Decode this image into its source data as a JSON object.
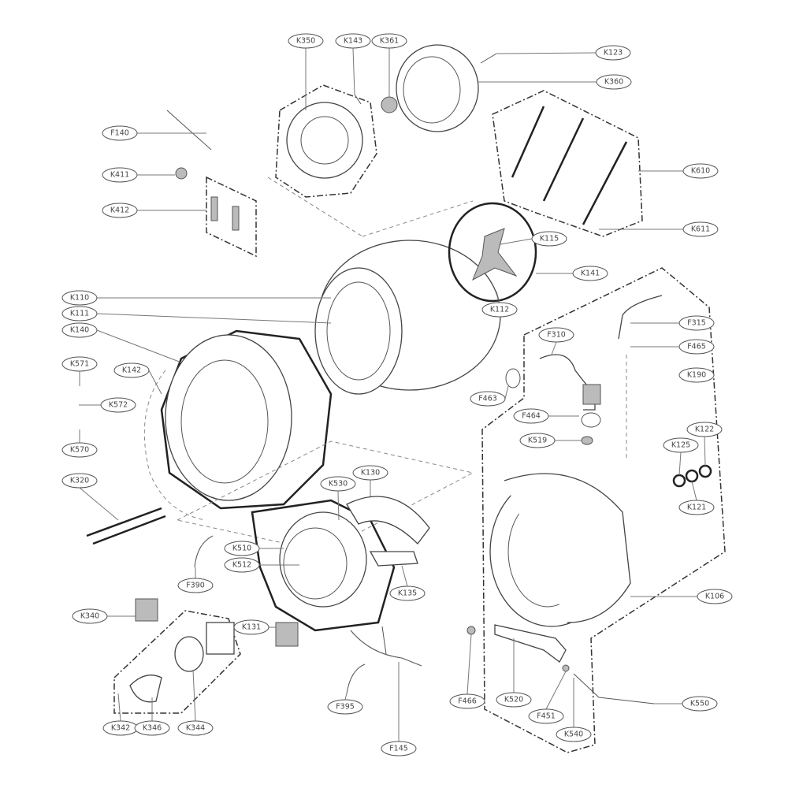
{
  "diagram": {
    "title": "",
    "part_labels": [
      "K350",
      "K143",
      "K361",
      "K123",
      "K360",
      "F140",
      "K411",
      "K412",
      "K610",
      "K611",
      "K115",
      "K141",
      "K112",
      "K110",
      "K111",
      "K140",
      "K142",
      "K571",
      "K572",
      "K570",
      "K320",
      "F310",
      "F315",
      "F465",
      "K190",
      "F463",
      "F464",
      "K519",
      "K125",
      "K122",
      "K121",
      "K530",
      "K130",
      "K510",
      "K512",
      "K135",
      "F390",
      "K340",
      "K131",
      "K106",
      "K342",
      "K346",
      "K344",
      "F395",
      "F145",
      "F466",
      "K520",
      "F451",
      "K540",
      "K550"
    ]
  }
}
